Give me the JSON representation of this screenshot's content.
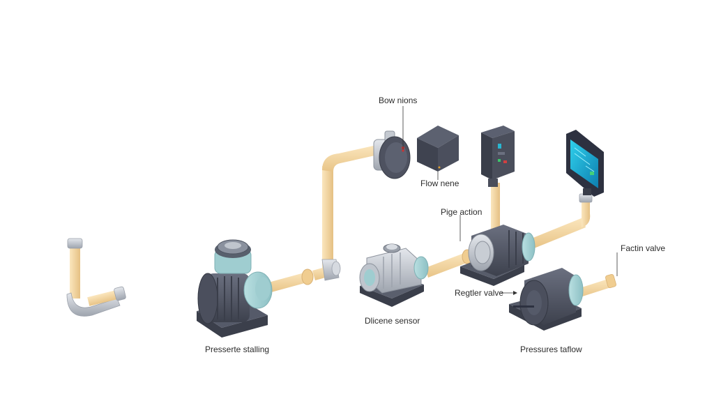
{
  "diagram": {
    "labels": {
      "bow_nions": "Bow nions",
      "flow_nene": "Flow nene",
      "pige_action": "Pige action",
      "factin_valve": "Factin valve",
      "regtler_valve": "Regtler valve",
      "dlicene_sensor": "Dlicene sensor",
      "presserte_stalling": "Presserte stalling",
      "pressures_taflow": "Pressures taflow"
    },
    "colors": {
      "pipe": "#f3d7a4",
      "pipe_edge": "#e0bd82",
      "motor_body": "#4d5160",
      "motor_dark": "#363a46",
      "motor_light": "#6a6f80",
      "accent_teal": "#a9d3d6",
      "steel": "#c5cad2",
      "screen": "#1cb6d8"
    }
  }
}
